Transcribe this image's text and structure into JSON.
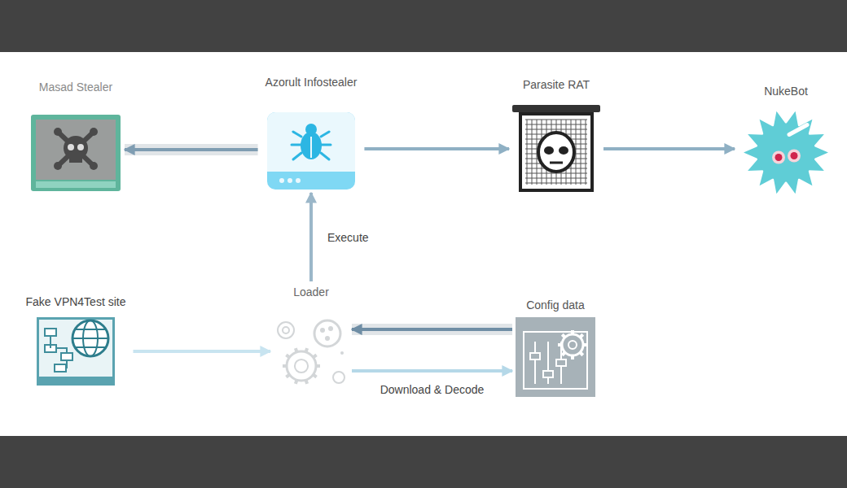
{
  "diagram": {
    "nodes": [
      {
        "text": [
          "Masad Stealer"
        ]
      },
      {
        "text": [
          "Azorult Infostealer"
        ]
      },
      {
        "text": [
          "Parasite RAT"
        ]
      },
      {
        "text": [
          "NukeBot"
        ]
      },
      {
        "text": [
          "Fake VPN4Test site"
        ]
      },
      {
        "text": [
          "Loader"
        ]
      },
      {
        "text": [
          "Config data"
        ]
      }
    ],
    "edges": [
      {
        "from": 1,
        "to": 0,
        "arrow": "to"
      },
      {
        "from": 1,
        "to": 2,
        "arrow": "to"
      },
      {
        "from": 2,
        "to": 3,
        "arrow": "to"
      },
      {
        "from": 5,
        "to": 1,
        "label": "Execute",
        "arrow": "to"
      },
      {
        "from": 4,
        "to": 5,
        "arrow": "to"
      },
      {
        "from": 5,
        "to": 6,
        "label": "Download & Decode",
        "arrow": "to"
      },
      {
        "from": 6,
        "to": 5,
        "arrow": "to"
      }
    ]
  }
}
